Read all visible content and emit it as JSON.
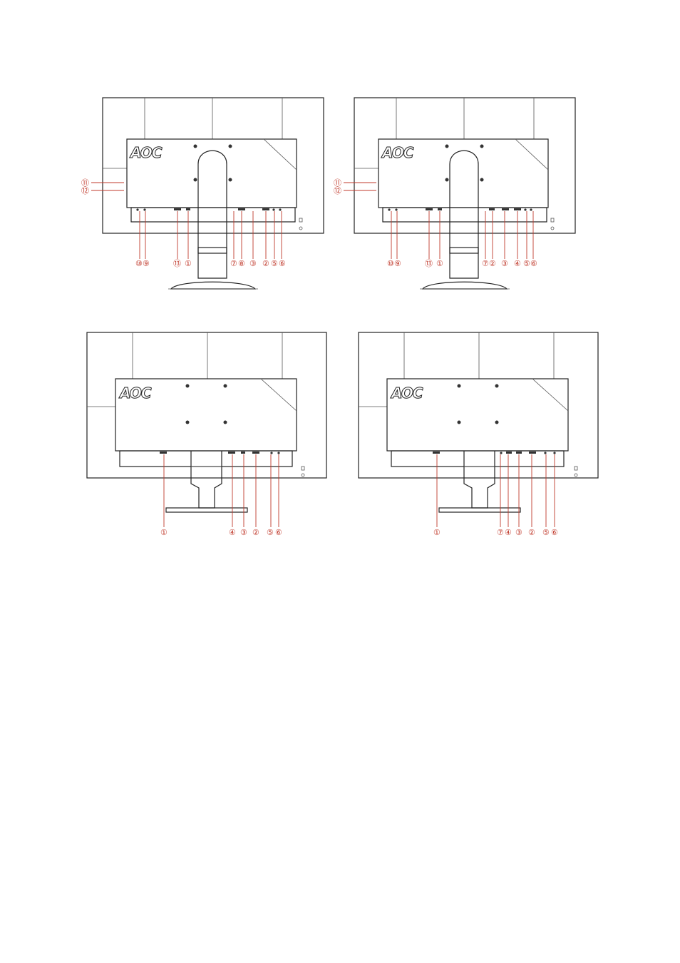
{
  "brand": "AOC",
  "diagrams": [
    {
      "id": "top-left",
      "callouts": [
        {
          "key": "11",
          "text": "⑪"
        },
        {
          "key": "12",
          "text": "⑫"
        },
        {
          "key": "10",
          "text": "⑩"
        },
        {
          "key": "9",
          "text": "⑨"
        },
        {
          "key": "13",
          "text": "⑬"
        },
        {
          "key": "1",
          "text": "①"
        },
        {
          "key": "7",
          "text": "⑦"
        },
        {
          "key": "8",
          "text": "⑧"
        },
        {
          "key": "3",
          "text": "③"
        },
        {
          "key": "2",
          "text": "②"
        },
        {
          "key": "5",
          "text": "⑤"
        },
        {
          "key": "6",
          "text": "⑥"
        }
      ]
    },
    {
      "id": "top-right",
      "callouts": [
        {
          "key": "11",
          "text": "⑪"
        },
        {
          "key": "12",
          "text": "⑫"
        },
        {
          "key": "10",
          "text": "⑩"
        },
        {
          "key": "9",
          "text": "⑨"
        },
        {
          "key": "13",
          "text": "⑬"
        },
        {
          "key": "1",
          "text": "①"
        },
        {
          "key": "7",
          "text": "⑦"
        },
        {
          "key": "2",
          "text": "②"
        },
        {
          "key": "3",
          "text": "③"
        },
        {
          "key": "4",
          "text": "④"
        },
        {
          "key": "5",
          "text": "⑤"
        },
        {
          "key": "6",
          "text": "⑥"
        }
      ]
    },
    {
      "id": "bottom-left",
      "callouts": [
        {
          "key": "1",
          "text": "①"
        },
        {
          "key": "4",
          "text": "④"
        },
        {
          "key": "3",
          "text": "③"
        },
        {
          "key": "2",
          "text": "②"
        },
        {
          "key": "5",
          "text": "⑤"
        },
        {
          "key": "6",
          "text": "⑥"
        }
      ]
    },
    {
      "id": "bottom-right",
      "callouts": [
        {
          "key": "1",
          "text": "①"
        },
        {
          "key": "7",
          "text": "⑦"
        },
        {
          "key": "4",
          "text": "④"
        },
        {
          "key": "3",
          "text": "③"
        },
        {
          "key": "2",
          "text": "②"
        },
        {
          "key": "5",
          "text": "⑤"
        },
        {
          "key": "6",
          "text": "⑥"
        }
      ]
    }
  ]
}
